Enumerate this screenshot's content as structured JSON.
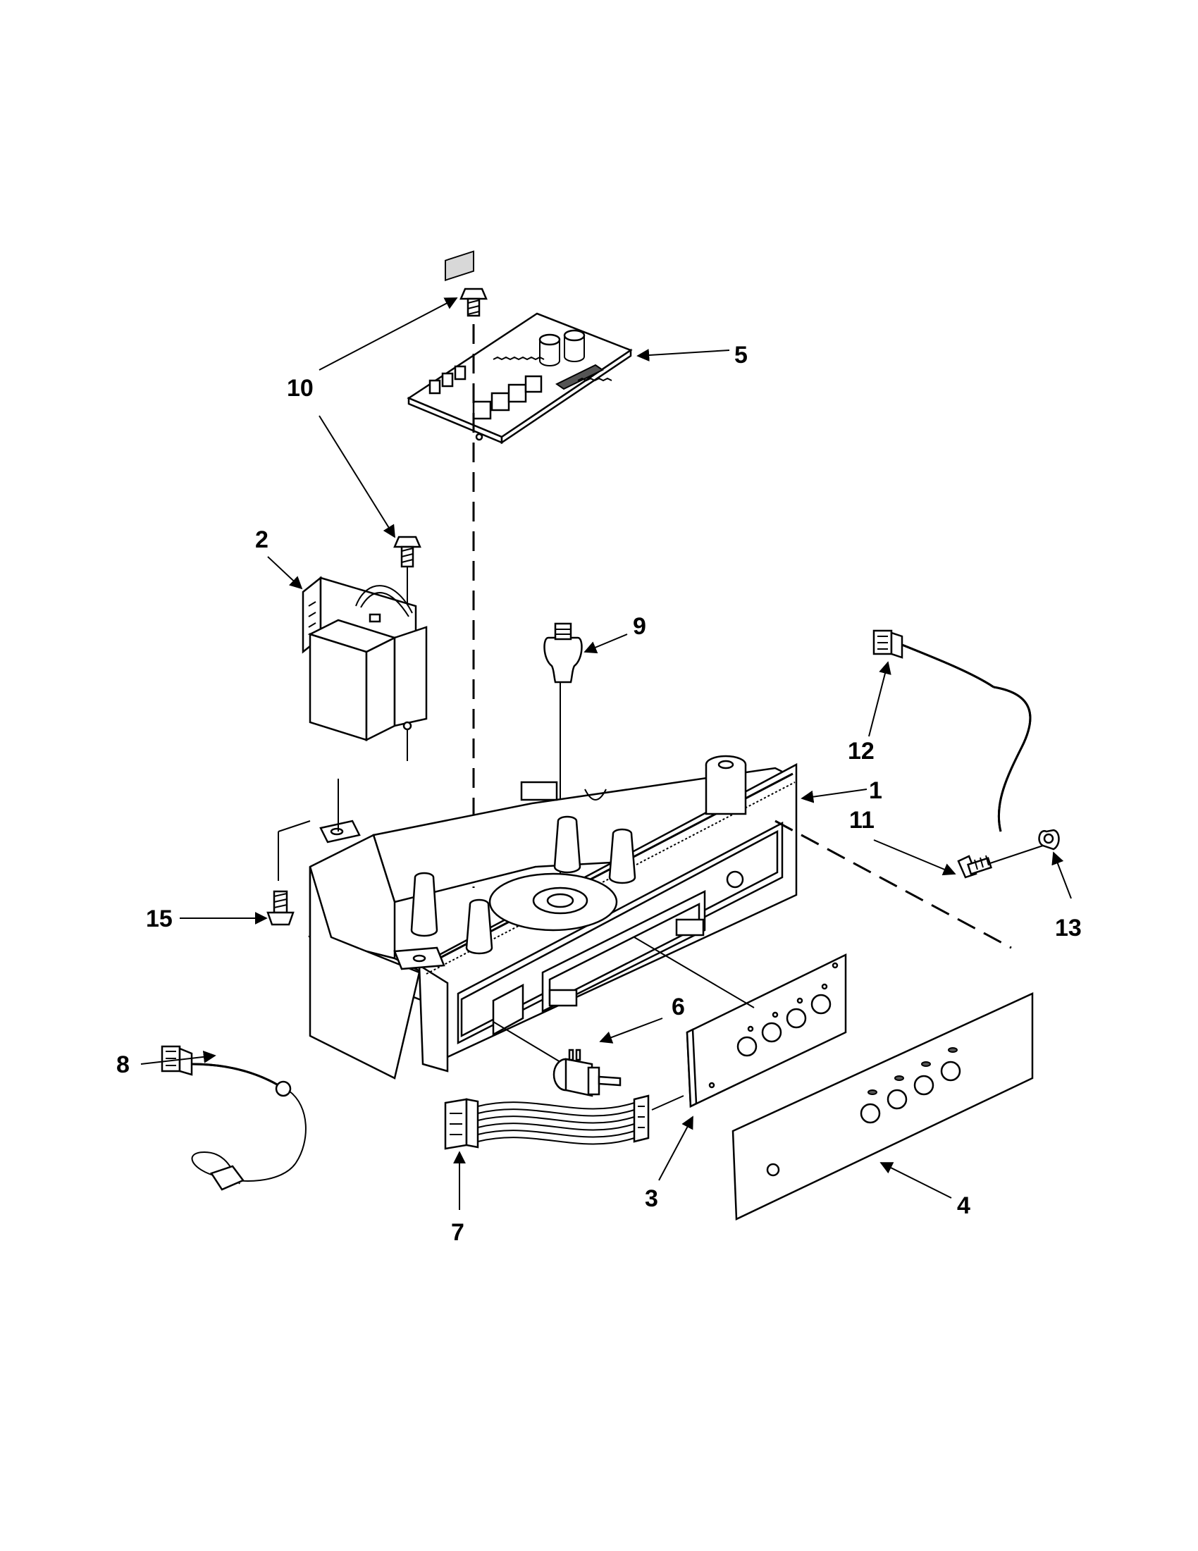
{
  "diagram": {
    "callouts": [
      {
        "id": "1",
        "label": "1"
      },
      {
        "id": "2",
        "label": "2"
      },
      {
        "id": "3",
        "label": "3"
      },
      {
        "id": "4",
        "label": "4"
      },
      {
        "id": "5",
        "label": "5"
      },
      {
        "id": "6",
        "label": "6"
      },
      {
        "id": "7",
        "label": "7"
      },
      {
        "id": "8",
        "label": "8"
      },
      {
        "id": "9",
        "label": "9"
      },
      {
        "id": "10",
        "label": "10"
      },
      {
        "id": "11",
        "label": "11"
      },
      {
        "id": "12",
        "label": "12"
      },
      {
        "id": "13",
        "label": "13"
      },
      {
        "id": "15",
        "label": "15"
      }
    ]
  }
}
